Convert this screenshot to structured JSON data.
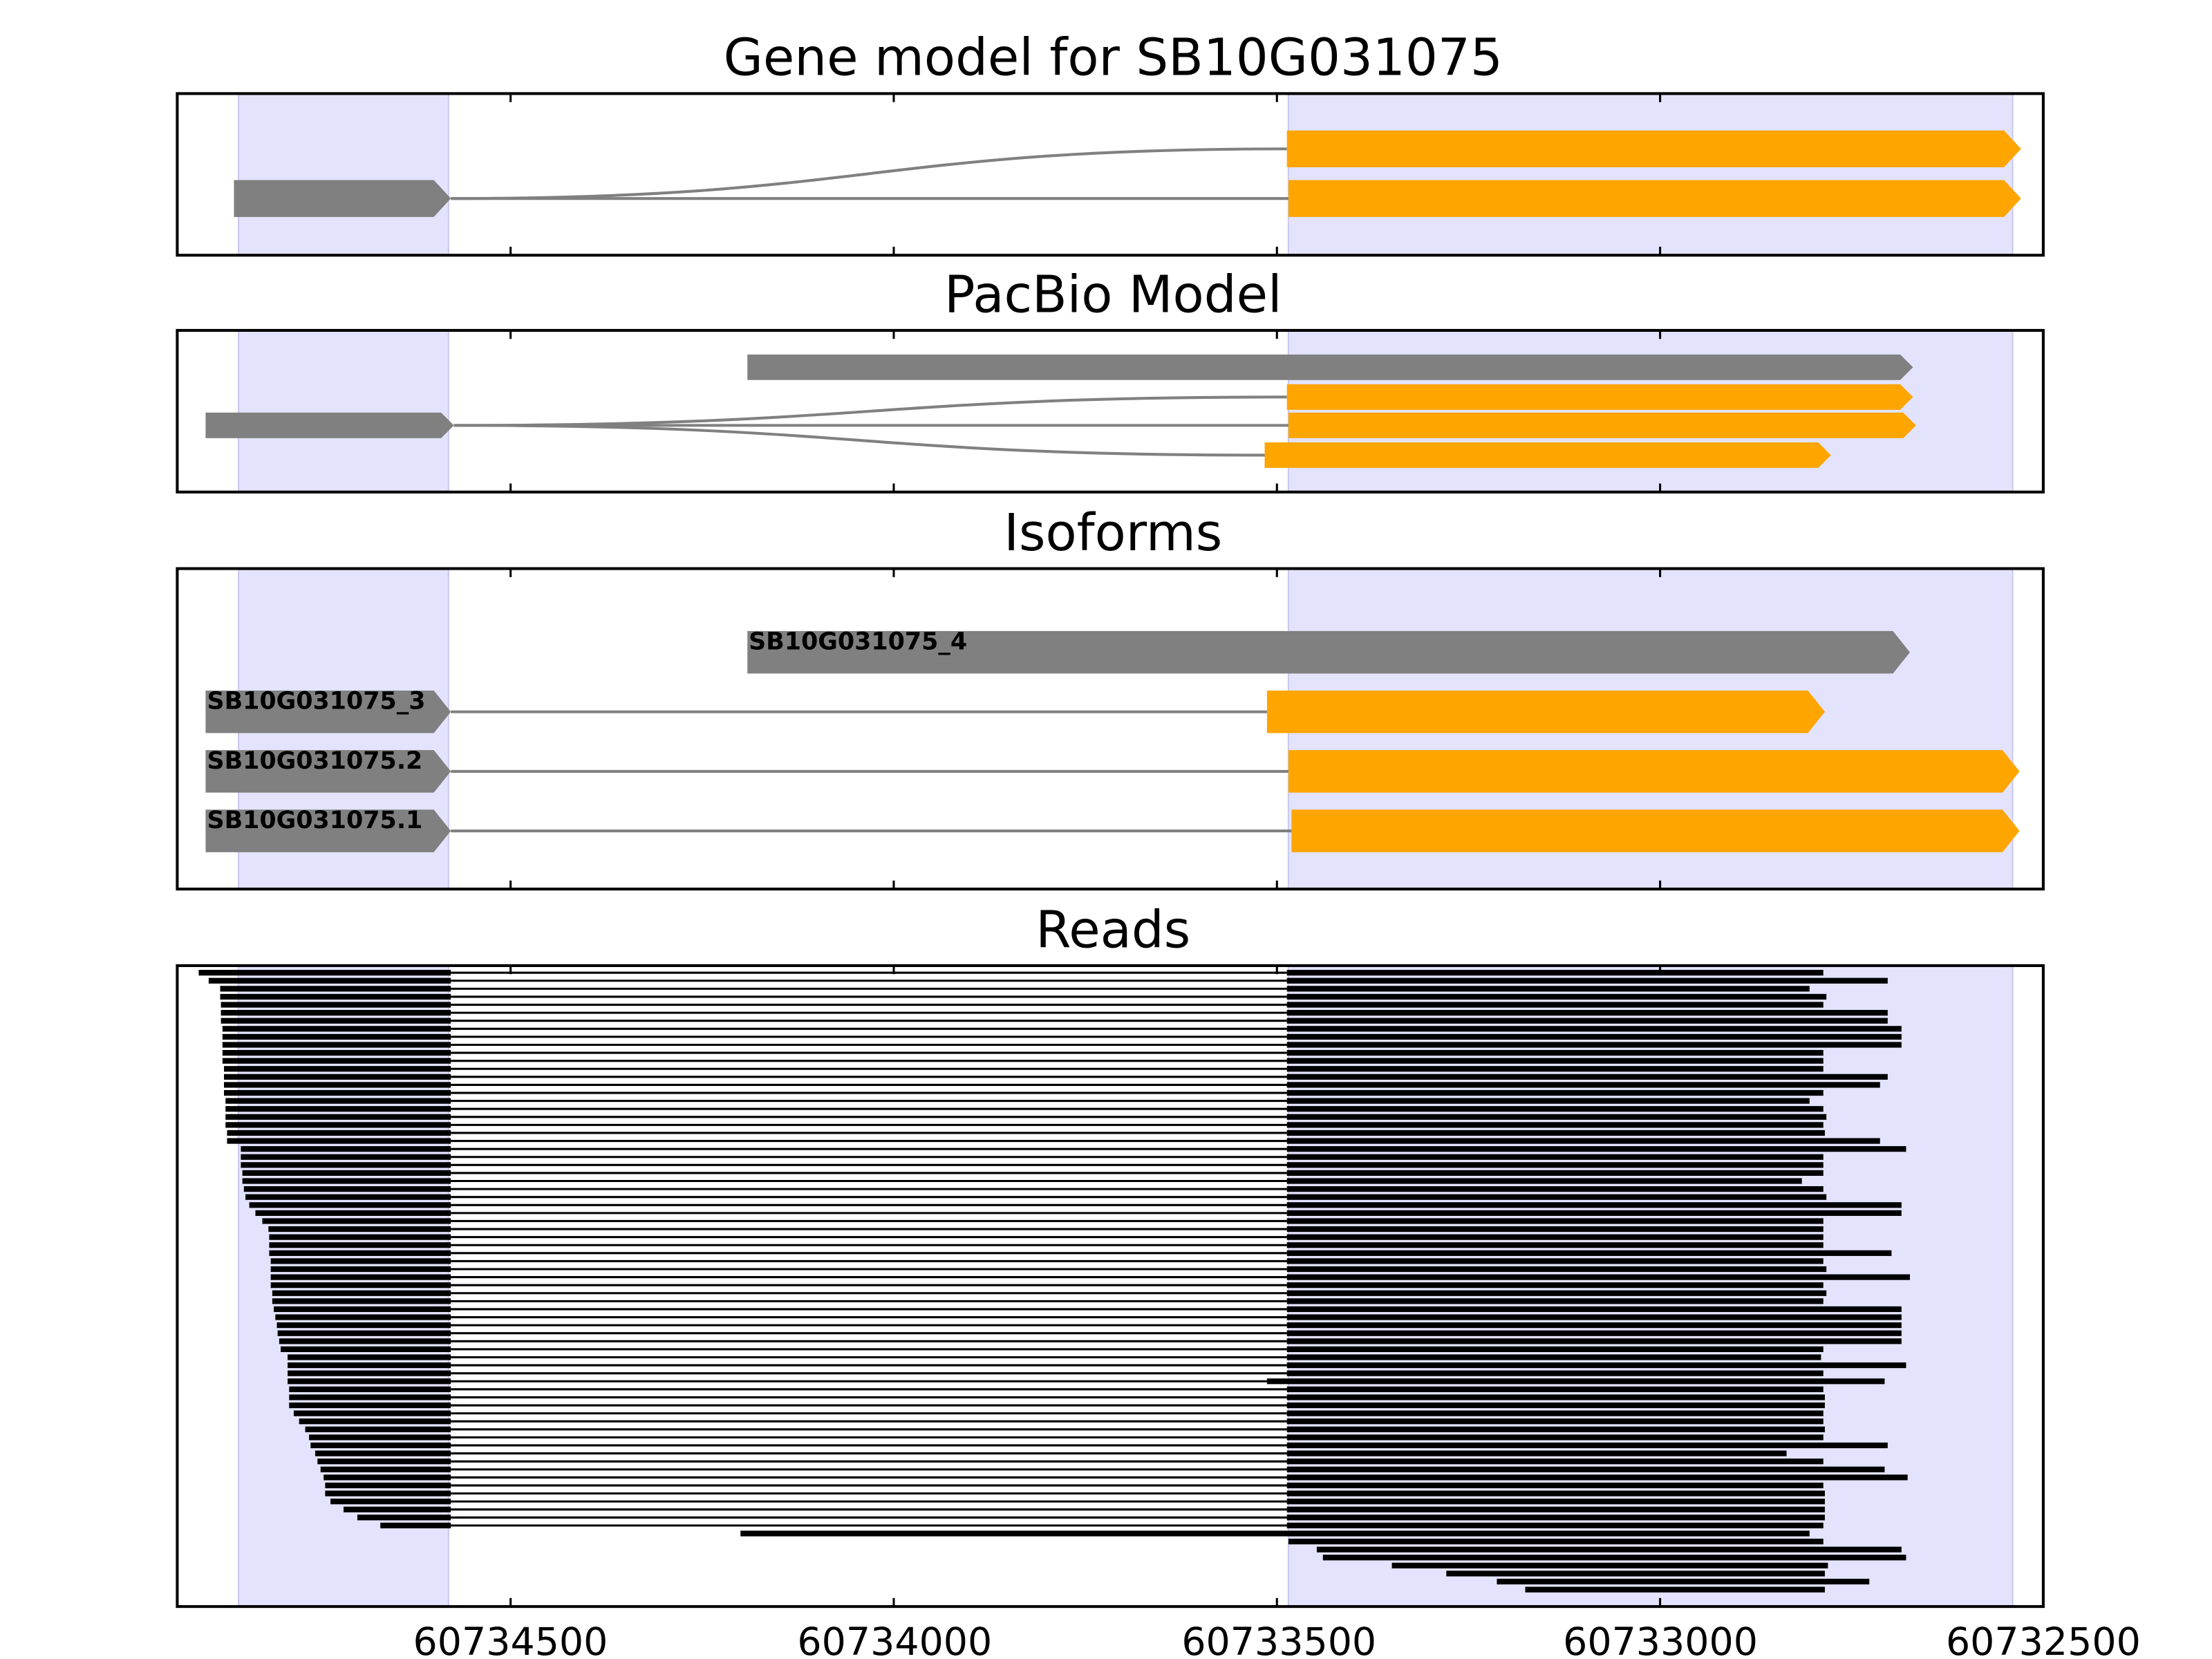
{
  "chart_data": {
    "type": "gene-track",
    "xlim": [
      60734935,
      60732500
    ],
    "xticks": [
      60734500,
      60734000,
      60733500,
      60733000,
      60732500
    ],
    "xtick_labels": [
      "60734500",
      "60734000",
      "60733500",
      "60733000",
      "60732500"
    ],
    "colors": {
      "noncoding": "#808080",
      "coding": "#FFA500",
      "shade": "#E3E3FD",
      "read": "#000000",
      "intron": "#808080"
    },
    "exon_shading": [
      [
        60734855,
        60734581
      ],
      [
        60733485,
        60732540
      ]
    ],
    "panels": [
      {
        "id": "gene-model",
        "title": "Gene model for SB10G031075",
        "lanes": [
          {
            "exons": [
              {
                "start": 60733487,
                "end": 60732529,
                "type": "coding"
              }
            ]
          },
          {
            "exons": [
              {
                "start": 60734861,
                "end": 60734578,
                "type": "noncoding"
              },
              {
                "start": 60733485,
                "end": 60732529,
                "type": "coding"
              }
            ]
          }
        ],
        "connectors": [
          {
            "from": [
              60734578,
              1
            ],
            "to": [
              60733487,
              0
            ]
          },
          {
            "from": [
              60734578,
              1
            ],
            "to": [
              60733485,
              1
            ]
          }
        ]
      },
      {
        "id": "pacbio-model",
        "title": "PacBio Model",
        "lanes": [
          {
            "exons": [
              {
                "start": 60734191,
                "end": 60732670,
                "type": "noncoding"
              }
            ]
          },
          {
            "exons": [
              {
                "start": 60733487,
                "end": 60732670,
                "type": "coding"
              }
            ]
          },
          {
            "exons": [
              {
                "start": 60734898,
                "end": 60734574,
                "type": "noncoding"
              },
              {
                "start": 60733485,
                "end": 60732666,
                "type": "coding"
              }
            ]
          },
          {
            "exons": [
              {
                "start": 60733516,
                "end": 60732777,
                "type": "coding"
              }
            ]
          }
        ],
        "connectors": [
          {
            "from": [
              60734574,
              2
            ],
            "to": [
              60733487,
              1
            ]
          },
          {
            "from": [
              60734574,
              2
            ],
            "to": [
              60733485,
              2
            ]
          },
          {
            "from": [
              60734574,
              2
            ],
            "to": [
              60733516,
              3
            ]
          }
        ]
      },
      {
        "id": "isoforms",
        "title": "Isoforms",
        "lanes": [
          {
            "label": "SB10G031075_4",
            "exons": [
              {
                "start": 60734191,
                "end": 60732674,
                "type": "noncoding"
              }
            ]
          },
          {
            "label": "SB10G031075_3",
            "exons": [
              {
                "start": 60734898,
                "end": 60734578,
                "type": "noncoding"
              },
              {
                "start": 60733513,
                "end": 60732785,
                "type": "coding"
              }
            ]
          },
          {
            "label": "SB10G031075.2",
            "exons": [
              {
                "start": 60734898,
                "end": 60734578,
                "type": "noncoding"
              },
              {
                "start": 60733485,
                "end": 60732531,
                "type": "coding"
              }
            ]
          },
          {
            "label": "SB10G031075.1",
            "exons": [
              {
                "start": 60734898,
                "end": 60734578,
                "type": "noncoding"
              },
              {
                "start": 60733481,
                "end": 60732531,
                "type": "coding"
              }
            ]
          }
        ],
        "connectors": [
          {
            "from": [
              60734578,
              1
            ],
            "to": [
              60733513,
              1
            ]
          },
          {
            "from": [
              60734578,
              2
            ],
            "to": [
              60733485,
              2
            ]
          },
          {
            "from": [
              60734578,
              3
            ],
            "to": [
              60733481,
              3
            ]
          }
        ]
      }
    ],
    "reads": {
      "title": "Reads",
      "left_exon_end": 60734578,
      "spliced": [
        [
          60734907,
          60733487,
          60732787
        ],
        [
          60734894,
          60733487,
          60732703
        ],
        [
          60734879,
          60733487,
          60732805
        ],
        [
          60734879,
          60733487,
          60732783
        ],
        [
          60734878,
          60733487,
          60732787
        ],
        [
          60734878,
          60733487,
          60732703
        ],
        [
          60734878,
          60733487,
          60732703
        ],
        [
          60734876,
          60733487,
          60732685
        ],
        [
          60734876,
          60733487,
          60732685
        ],
        [
          60734876,
          60733487,
          60732685
        ],
        [
          60734876,
          60733487,
          60732787
        ],
        [
          60734876,
          60733487,
          60732787
        ],
        [
          60734874,
          60733487,
          60732787
        ],
        [
          60734874,
          60733487,
          60732703
        ],
        [
          60734874,
          60733487,
          60732713
        ],
        [
          60734874,
          60733487,
          60732787
        ],
        [
          60734872,
          60733487,
          60732805
        ],
        [
          60734872,
          60733487,
          60732787
        ],
        [
          60734872,
          60733487,
          60732783
        ],
        [
          60734872,
          60733487,
          60732787
        ],
        [
          60734870,
          60733487,
          60732785
        ],
        [
          60734870,
          60733487,
          60732713
        ],
        [
          60734852,
          60733487,
          60732679
        ],
        [
          60734852,
          60733487,
          60732787
        ],
        [
          60734852,
          60733487,
          60732787
        ],
        [
          60734850,
          60733487,
          60732787
        ],
        [
          60734850,
          60733487,
          60732815
        ],
        [
          60734848,
          60733487,
          60732787
        ],
        [
          60734846,
          60733487,
          60732783
        ],
        [
          60734841,
          60733487,
          60732685
        ],
        [
          60734833,
          60733487,
          60732685
        ],
        [
          60734824,
          60733487,
          60732787
        ],
        [
          60734816,
          60733487,
          60732787
        ],
        [
          60734815,
          60733487,
          60732787
        ],
        [
          60734815,
          60733487,
          60732787
        ],
        [
          60734815,
          60733487,
          60732698
        ],
        [
          60734813,
          60733487,
          60732787
        ],
        [
          60734813,
          60733487,
          60732783
        ],
        [
          60734813,
          60733487,
          60732674
        ],
        [
          60734813,
          60733487,
          60732787
        ],
        [
          60734811,
          60733487,
          60732783
        ],
        [
          60734811,
          60733487,
          60732787
        ],
        [
          60734809,
          60733487,
          60732685
        ],
        [
          60734807,
          60733487,
          60732685
        ],
        [
          60734805,
          60733487,
          60732685
        ],
        [
          60734804,
          60733487,
          60732685
        ],
        [
          60734802,
          60733487,
          60732685
        ],
        [
          60734800,
          60733487,
          60732787
        ],
        [
          60734791,
          60733487,
          60732790
        ],
        [
          60734791,
          60733487,
          60732679
        ],
        [
          60734791,
          60733487,
          60732787
        ],
        [
          60734791,
          60733513,
          60732707
        ],
        [
          60734789,
          60733487,
          60732787
        ],
        [
          60734789,
          60733487,
          60732785
        ],
        [
          60734789,
          60733487,
          60732785
        ],
        [
          60734783,
          60733487,
          60732787
        ],
        [
          60734776,
          60733487,
          60732787
        ],
        [
          60734768,
          60733487,
          60732785
        ],
        [
          60734763,
          60733487,
          60732787
        ],
        [
          60734761,
          60733487,
          60732703
        ],
        [
          60734755,
          60733487,
          60732835
        ],
        [
          60734752,
          60733487,
          60732787
        ],
        [
          60734748,
          60733487,
          60732707
        ],
        [
          60734744,
          60733487,
          60732677
        ],
        [
          60734742,
          60733487,
          60732787
        ],
        [
          60734742,
          60733487,
          60732785
        ],
        [
          60734735,
          60733487,
          60732785
        ],
        [
          60734718,
          60733487,
          60732785
        ],
        [
          60734700,
          60733487,
          60732785
        ],
        [
          60734670,
          60733487,
          60732787
        ]
      ],
      "unspliced": [
        [
          60734200,
          60732805
        ],
        [
          60733485,
          60732787
        ],
        [
          60733448,
          60732685
        ],
        [
          60733440,
          60732679
        ],
        [
          60733350,
          60732781
        ],
        [
          60733279,
          60732785
        ],
        [
          60733213,
          60732727
        ],
        [
          60733176,
          60732785
        ]
      ]
    }
  }
}
